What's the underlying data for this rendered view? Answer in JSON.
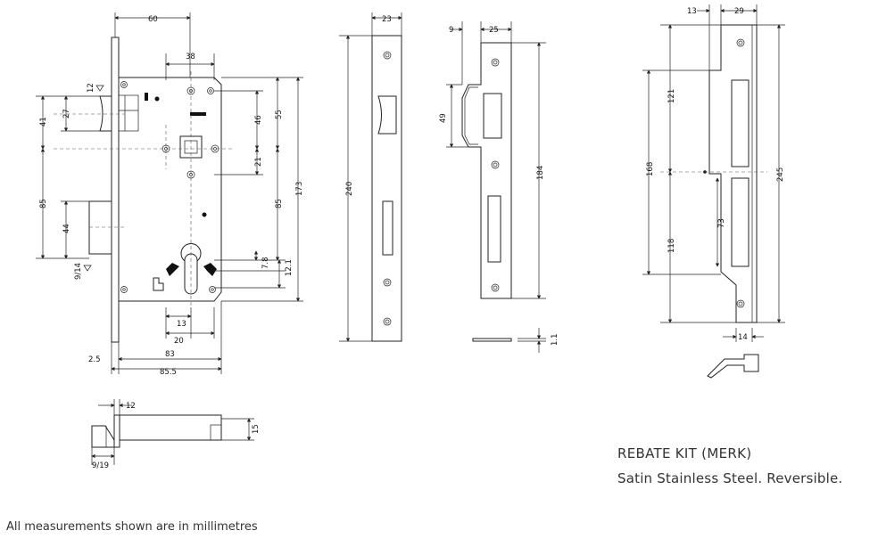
{
  "lock_body": {
    "dims": {
      "width_top": "60",
      "follower_offset": "38",
      "latch_height": "12",
      "faceplate_left_41": "41",
      "latch_27": "27",
      "spindle_46": "46",
      "top_55": "55",
      "spindle_21": "21",
      "total_173": "173",
      "lower_85_left": "85",
      "deadbolt_44": "44",
      "lower_85_right": "85",
      "cyl_7_8": "7.8",
      "cyl_12_1": "12.1",
      "cyl_13": "13",
      "cyl_20": "20",
      "face_2_5": "2.5",
      "body_83": "83",
      "body_85_5": "85.5",
      "backset_note": "9/14"
    }
  },
  "latch_side": {
    "dims": {
      "t12": "12",
      "h15": "15",
      "backset": "9/19"
    }
  },
  "faceplate": {
    "dims": {
      "width": "23",
      "height": "240"
    }
  },
  "strike": {
    "dims": {
      "offset": "9",
      "width": "25",
      "lip": "49",
      "height": "184",
      "thickness": "1.1"
    }
  },
  "rebate_kit": {
    "dims": {
      "left": "13",
      "width": "29",
      "top": "121",
      "mid": "168",
      "lower": "118",
      "slot": "73",
      "total": "245",
      "bottom": "14"
    },
    "title": "REBATE KIT (MERK)",
    "description": "Satin Stainless Steel. Reversible."
  },
  "footnote": "All measurements shown are in millimetres"
}
